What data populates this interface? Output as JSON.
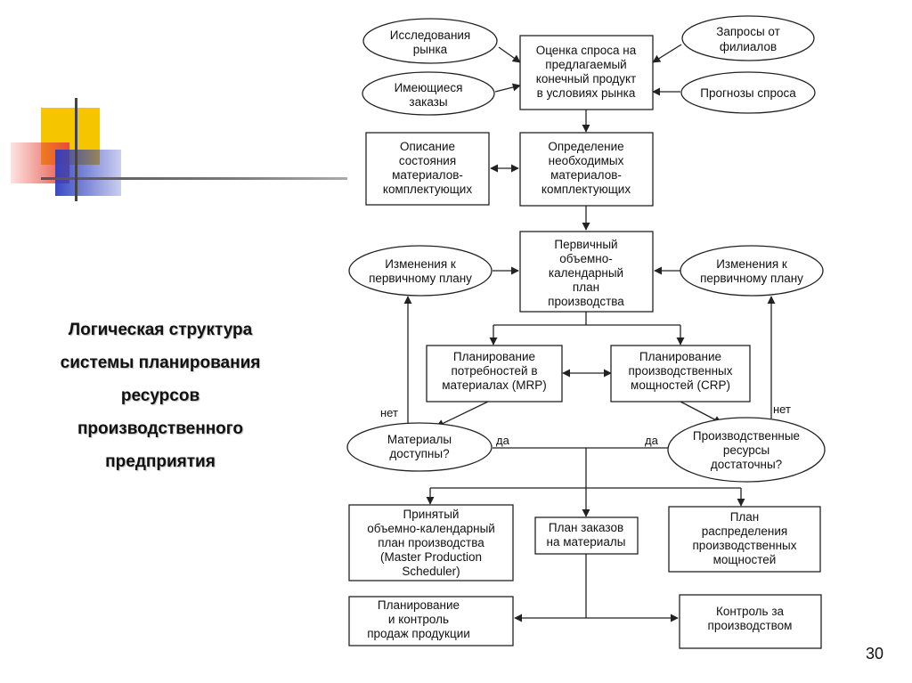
{
  "title_lines": [
    "Логическая структура",
    "системы планирования",
    "ресурсов",
    "производственного",
    "предприятия"
  ],
  "page_number": "30",
  "colors": {
    "deco_yellow": "#f5c600",
    "deco_red": "#e8443a",
    "deco_blue": "#2e3fbf",
    "line": "#222222"
  },
  "diagram": {
    "nodes": [
      {
        "id": "market_research",
        "shape": "ellipse",
        "lines": [
          "Исследования",
          "рынка"
        ]
      },
      {
        "id": "existing_orders",
        "shape": "ellipse",
        "lines": [
          "Имеющиеся",
          "заказы"
        ]
      },
      {
        "id": "demand_eval",
        "shape": "rect",
        "lines": [
          "Оценка спроса на",
          "предлагаемый",
          "конечный продукт",
          "в условиях рынка"
        ]
      },
      {
        "id": "branch_requests",
        "shape": "ellipse",
        "lines": [
          "Запросы от",
          "филиалов"
        ]
      },
      {
        "id": "demand_forecast",
        "shape": "ellipse",
        "lines": [
          "Прогнозы спроса"
        ]
      },
      {
        "id": "material_state",
        "shape": "rect",
        "lines": [
          "Описание",
          "состояния",
          "материалов-",
          "комплектующих"
        ]
      },
      {
        "id": "material_needs",
        "shape": "rect",
        "lines": [
          "Определение",
          "необходимых",
          "материалов-",
          "комплектующих"
        ]
      },
      {
        "id": "primary_plan",
        "shape": "rect",
        "lines": [
          "Первичный",
          "объемно-",
          "календарный",
          "план",
          "производства"
        ]
      },
      {
        "id": "plan_changes_left",
        "shape": "ellipse",
        "lines": [
          "Изменения к",
          "первичному плану"
        ]
      },
      {
        "id": "plan_changes_right",
        "shape": "ellipse",
        "lines": [
          "Изменения к",
          "первичному плану"
        ]
      },
      {
        "id": "mrp",
        "shape": "rect",
        "lines": [
          "Планирование",
          "потребностей в",
          "материалах (MRP)"
        ]
      },
      {
        "id": "crp",
        "shape": "rect",
        "lines": [
          "Планирование",
          "производственных",
          "мощностей (CRP)"
        ]
      },
      {
        "id": "materials_available",
        "shape": "ellipse",
        "lines": [
          "Материалы",
          "доступны?"
        ]
      },
      {
        "id": "resources_sufficient",
        "shape": "ellipse",
        "lines": [
          "Производственные",
          "ресурсы",
          "достаточны?"
        ]
      },
      {
        "id": "mps",
        "shape": "rect",
        "lines": [
          "Принятый",
          "объемно-календарный",
          "план производства",
          "(Master Production",
          "Scheduler)"
        ]
      },
      {
        "id": "material_orders",
        "shape": "rect",
        "lines": [
          "План заказов",
          "на материалы"
        ]
      },
      {
        "id": "capacity_distribution",
        "shape": "rect",
        "lines": [
          "План",
          "распределения",
          "производственных",
          "мощностей"
        ]
      },
      {
        "id": "sales_planning",
        "shape": "rect",
        "lines": [
          "Планирование",
          "и контроль",
          "продаж продукции"
        ]
      },
      {
        "id": "production_control",
        "shape": "rect",
        "lines": [
          "Контроль за",
          "производством"
        ]
      }
    ],
    "edge_labels": {
      "no_left": "нет",
      "yes_left": "да",
      "yes_right": "да",
      "no_right": "нет"
    }
  }
}
